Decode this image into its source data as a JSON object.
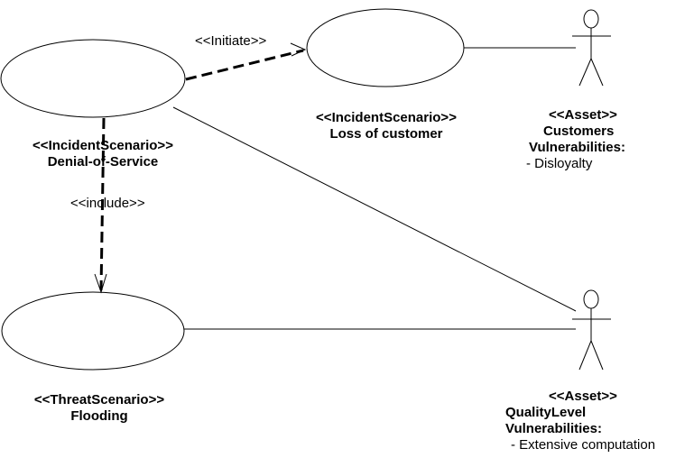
{
  "use_cases": {
    "dos": {
      "stereotype": "<<IncidentScenario>>",
      "name": "Denial-of-Service"
    },
    "loss": {
      "stereotype": "<<IncidentScenario>>",
      "name": "Loss of customer"
    },
    "flooding": {
      "stereotype": "<<ThreatScenario>>",
      "name": "Flooding"
    }
  },
  "actors": {
    "customers": {
      "stereotype": "<<Asset>>",
      "name": "Customers",
      "vuln_header": "Vulnerabilities:",
      "vulnerability": "- Disloyalty"
    },
    "quality": {
      "stereotype": "<<Asset>>",
      "name": "QualityLevel",
      "vuln_header": "Vulnerabilities:",
      "vulnerability": "- Extensive computation"
    }
  },
  "relations": {
    "initiate_label": "<<Initiate>>",
    "include_label": "<<include>>"
  }
}
